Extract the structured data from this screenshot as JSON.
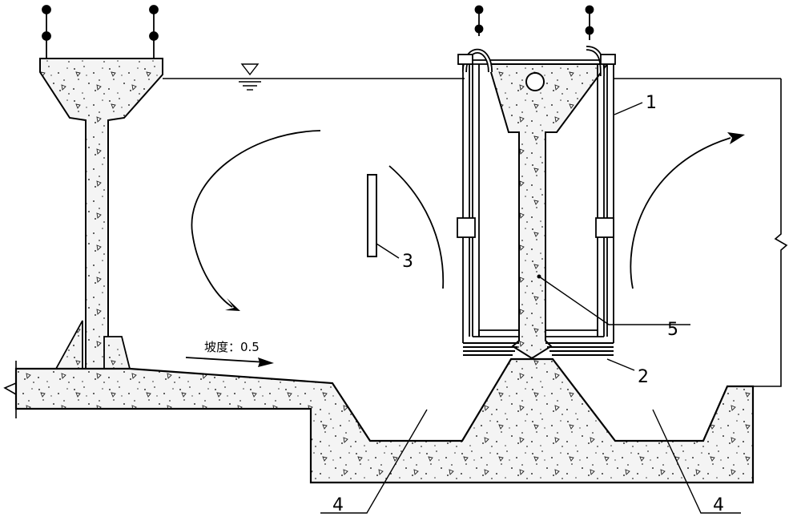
{
  "labels": {
    "part1": "1",
    "part2": "2",
    "part3": "3",
    "part4_left": "4",
    "part4_right": "4",
    "part5": "5",
    "slope": "坡度：0.5"
  },
  "colors": {
    "line": "#000000",
    "concrete": "#f2f2f2",
    "background": "#ffffff"
  },
  "icons": {
    "water_level": "water-level-triangle-icon",
    "aggregate": "concrete-aggregate-triangles"
  }
}
